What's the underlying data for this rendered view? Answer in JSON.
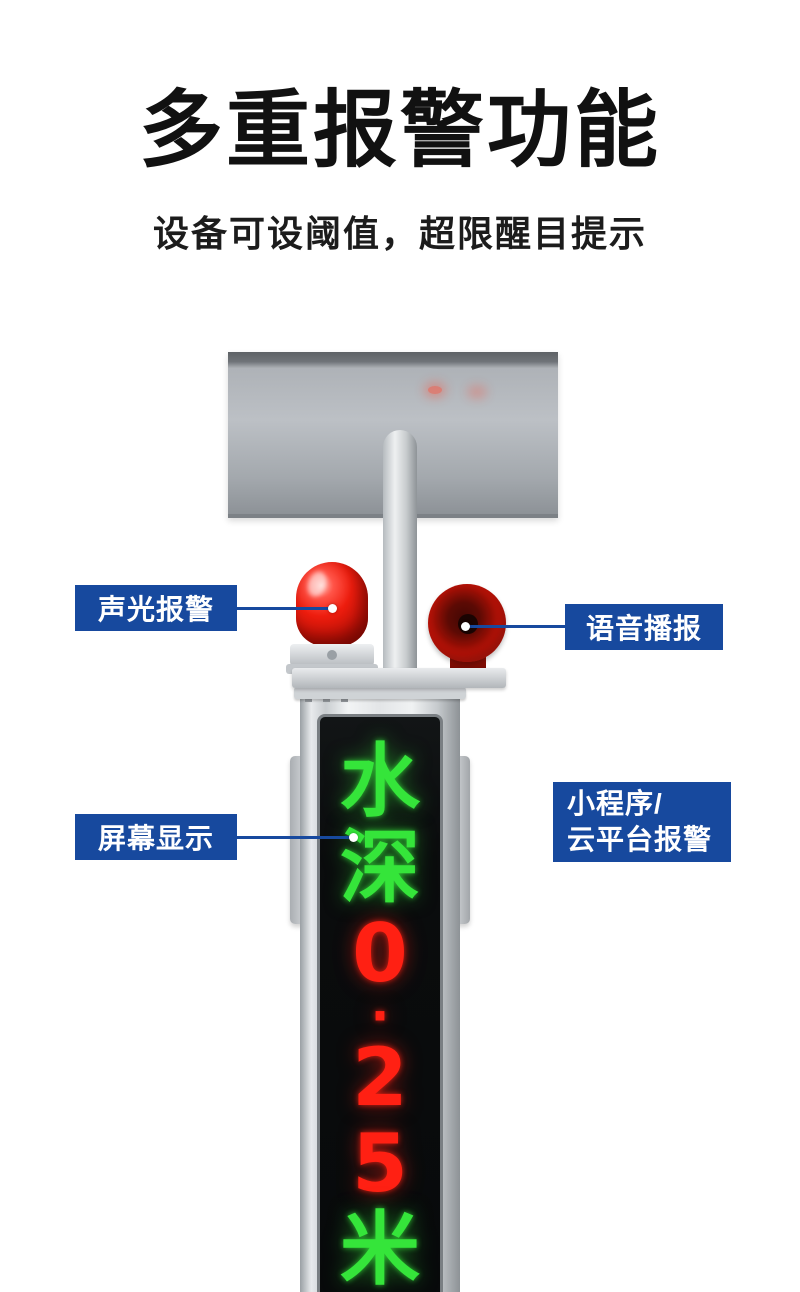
{
  "header": {
    "title": "多重报警功能",
    "subtitle": "设备可设阈值，超限醒目提示"
  },
  "callouts": {
    "sound_light": {
      "label": "声光报警"
    },
    "voice": {
      "label": "语音播报"
    },
    "screen": {
      "label": "屏幕显示"
    },
    "cloud": {
      "line1": "小程序/",
      "line2": "云平台报警"
    }
  },
  "led": {
    "reading": "水深0·25米",
    "chars": [
      {
        "text": "水",
        "color": "green"
      },
      {
        "text": "深",
        "color": "green"
      },
      {
        "text": "0",
        "color": "red"
      },
      {
        "text": "·",
        "color": "red"
      },
      {
        "text": "2",
        "color": "red"
      },
      {
        "text": "5",
        "color": "red"
      },
      {
        "text": "米",
        "color": "green"
      }
    ]
  },
  "colors": {
    "callout_bg": "#17499e",
    "led_green": "#35e53a",
    "led_red": "#ff2013",
    "title_text": "#111111",
    "beacon_red": "#ed1c0e"
  }
}
